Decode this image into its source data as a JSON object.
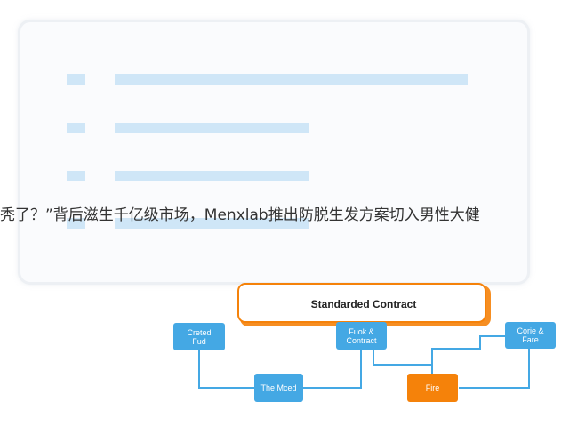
{
  "headline": "秃了？”背后滋生千亿级市场，Menxlab推出防脱生发方案切入男性大健",
  "diagram": {
    "title": "Standarded Contract",
    "nodes": [
      {
        "id": "left",
        "label": "Creted\nFud"
      },
      {
        "id": "mid",
        "label": "Fuok &\nContract"
      },
      {
        "id": "right",
        "label": "Corie &\nFare"
      },
      {
        "id": "bottom-left",
        "label": "The Mced"
      },
      {
        "id": "bottom-mid",
        "label": "Fire"
      }
    ],
    "colors": {
      "node": "#44a8e4",
      "accent": "#f5820a",
      "line": "#44a8e4",
      "skeleton": "#cfe6f7"
    }
  }
}
